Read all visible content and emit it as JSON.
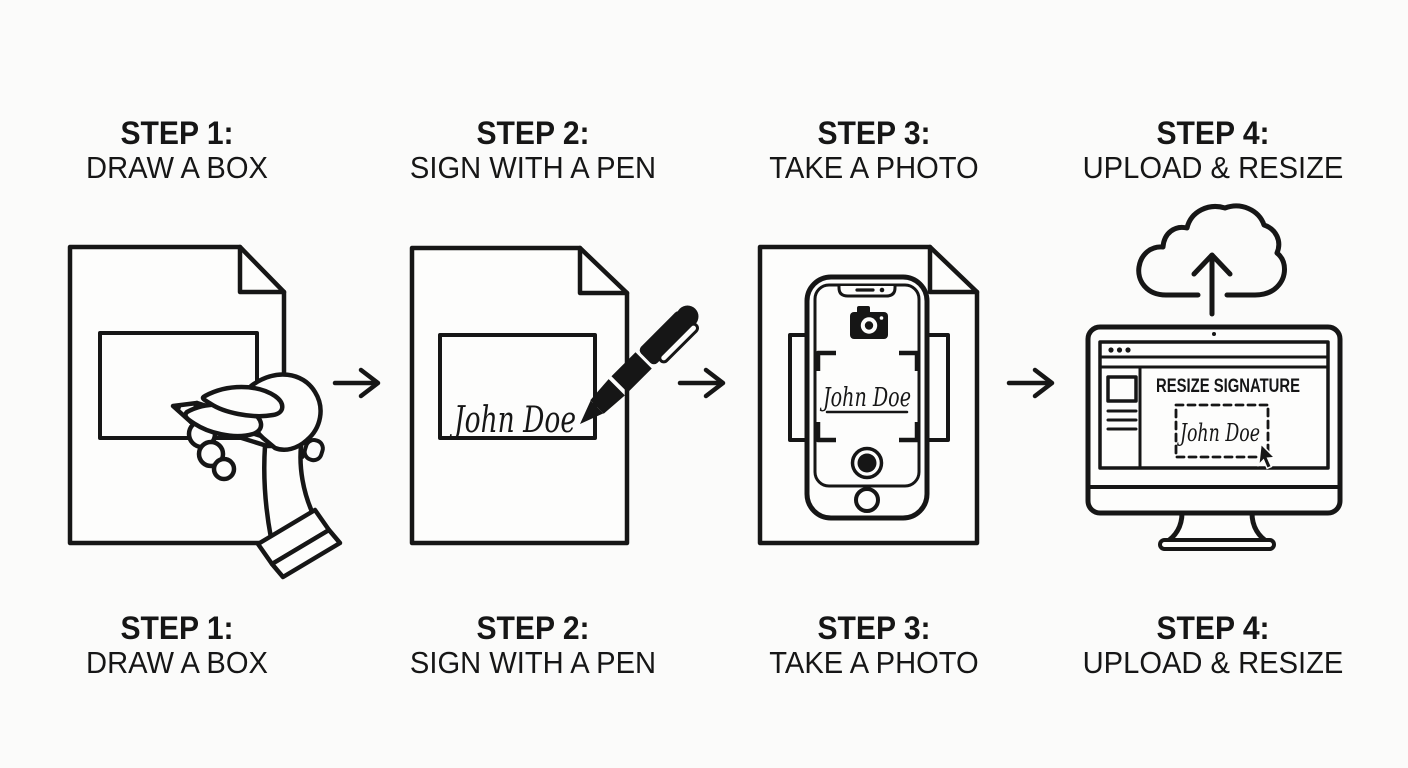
{
  "page": {
    "background_color": "#fbfbfa",
    "ink_color": "#161616"
  },
  "steps": [
    {
      "label": "STEP 1:",
      "caption": "DRAW A BOX"
    },
    {
      "label": "STEP 2:",
      "caption": "SIGN WITH A PEN"
    },
    {
      "label": "STEP 3:",
      "caption": "TAKE A PHOTO"
    },
    {
      "label": "STEP 4:",
      "caption": "UPLOAD & RESIZE"
    }
  ],
  "signature_text": "John Doe",
  "monitor_screen": {
    "heading": "RESIZE SIGNATURE"
  },
  "icons": {
    "step_separator": "arrow-right",
    "step1_tool": "pencil-in-hand",
    "step2_tool": "pen",
    "step3_device": "smartphone-camera",
    "step4_upload": "cloud-upload-arrow",
    "step4_pointer": "mouse-cursor"
  }
}
